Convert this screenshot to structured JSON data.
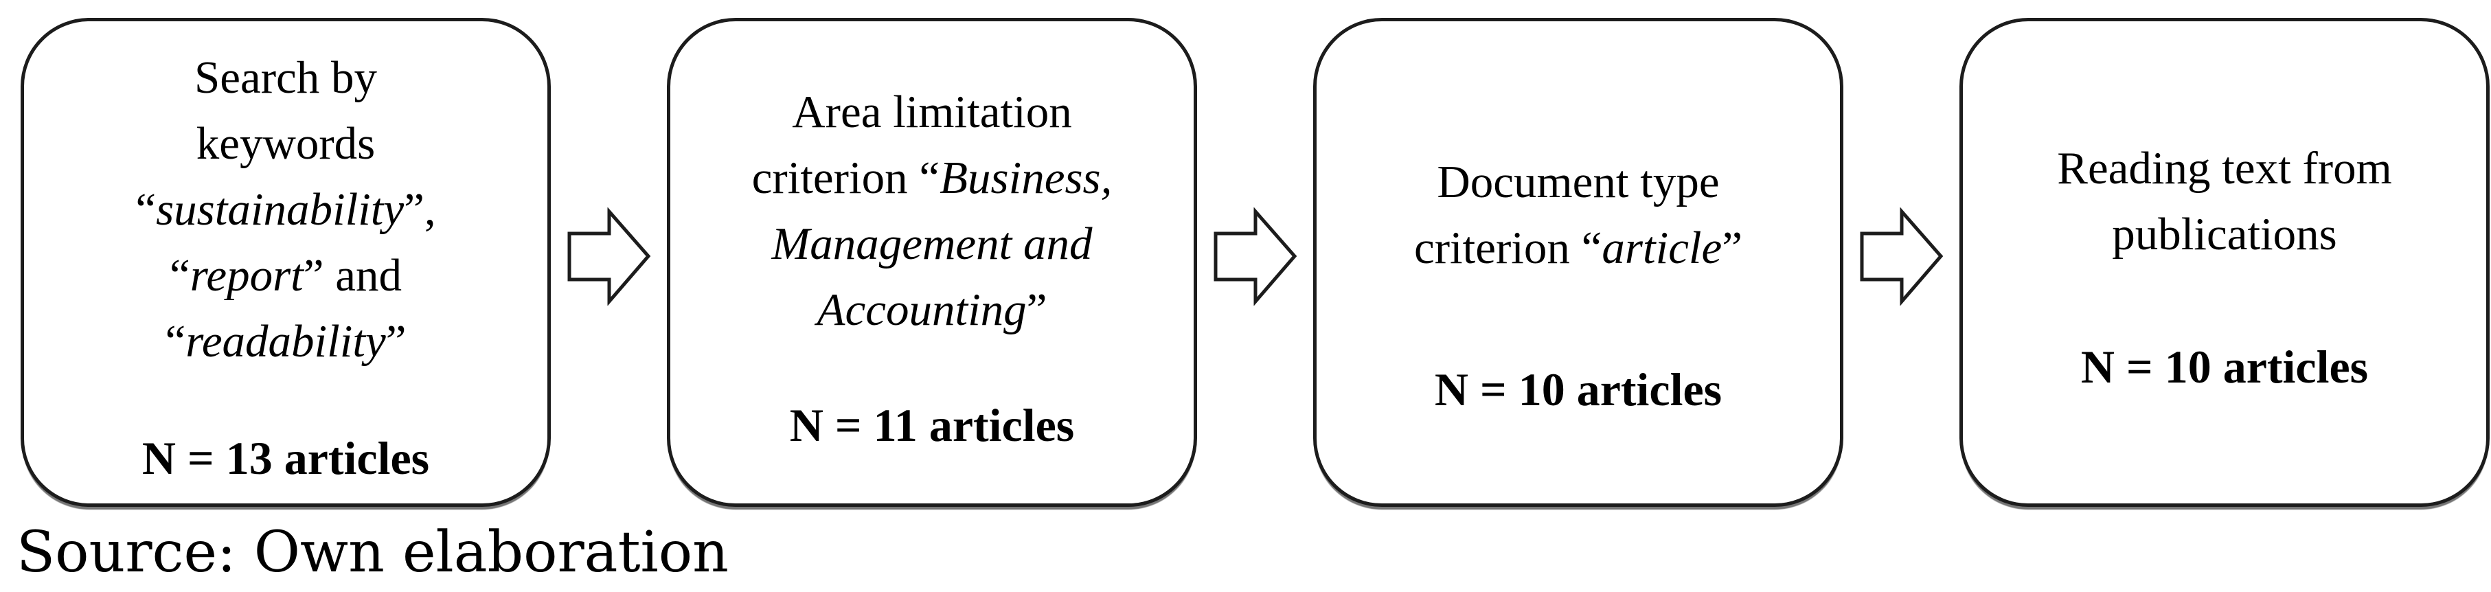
{
  "figure": {
    "type": "flowchart",
    "direction": "left-to-right",
    "caption": "Source: Own elaboration",
    "arrow": {
      "name": "right-block-arrow",
      "count": 3
    },
    "colors": {
      "background": "#ffffff",
      "stroke": "#1c1c1c",
      "text": "#000000"
    },
    "steps": [
      {
        "title_lines": [
          [
            {
              "t": "Search by"
            }
          ],
          [
            {
              "t": "keywords"
            }
          ],
          [
            {
              "t": "“"
            },
            {
              "t": "sustainability",
              "i": true
            },
            {
              "t": "”,"
            }
          ],
          [
            {
              "t": "“"
            },
            {
              "t": "report",
              "i": true
            },
            {
              "t": "” and"
            }
          ],
          [
            {
              "t": "“"
            },
            {
              "t": "readability",
              "i": true
            },
            {
              "t": "”"
            }
          ]
        ],
        "count_label": "N = 13 articles"
      },
      {
        "title_lines": [
          [
            {
              "t": "Area limitation"
            }
          ],
          [
            {
              "t": "criterion “"
            },
            {
              "t": "Business,",
              "i": true
            }
          ],
          [
            {
              "t": "Management and",
              "i": true
            }
          ],
          [
            {
              "t": "Accounting",
              "i": true
            },
            {
              "t": "”"
            }
          ]
        ],
        "count_label": "N = 11 articles"
      },
      {
        "title_lines": [
          [
            {
              "t": "Document type"
            }
          ],
          [
            {
              "t": "criterion “"
            },
            {
              "t": "article",
              "i": true
            },
            {
              "t": "”"
            }
          ]
        ],
        "count_label": "N = 10 articles"
      },
      {
        "title_lines": [
          [
            {
              "t": "Reading text from"
            }
          ],
          [
            {
              "t": "publications"
            }
          ]
        ],
        "count_label": "N = 10 articles"
      }
    ]
  }
}
